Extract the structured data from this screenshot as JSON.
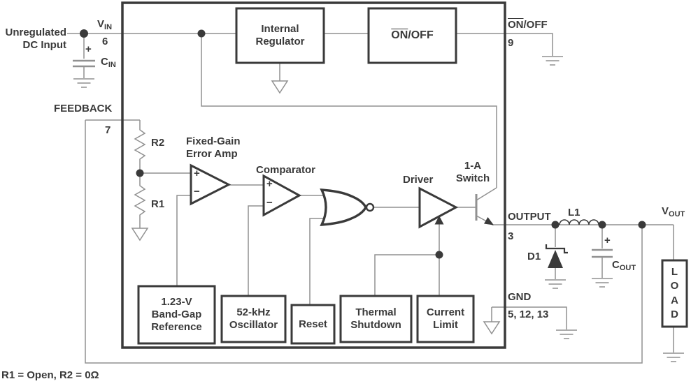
{
  "colors": {
    "ink": "#3a3a3a",
    "wire": "#919191"
  },
  "external": {
    "input_label": "Unregulated\nDC Input",
    "vin": {
      "main": "V",
      "sub": "IN"
    },
    "pin_vin": "6",
    "cin": {
      "plus": "+",
      "main": "C",
      "sub": "IN"
    },
    "feedback_label": "FEEDBACK",
    "pin_feedback": "7",
    "onoff_pin": {
      "on": "ON",
      "rest": "/OFF"
    },
    "pin_onoff": "9",
    "output_label": "OUTPUT",
    "pin_output": "3",
    "gnd_label": "GND",
    "pin_gnd": "5, 12, 13",
    "l1": "L1",
    "d1": "D1",
    "cout": {
      "plus": "+",
      "main": "C",
      "sub": "OUT"
    },
    "vout": {
      "main": "V",
      "sub": "OUT"
    },
    "load": "L\nO\nA\nD",
    "footnote": "R1 = Open, R2 = 0Ω"
  },
  "blocks": {
    "internal_regulator": "Internal\nRegulator",
    "onoff": {
      "on": "ON",
      "rest": "/OFF"
    },
    "bandgap": "1.23-V\nBand-Gap\nReference",
    "oscillator": "52-kHz\nOscillator",
    "reset": "Reset",
    "thermal_shutdown": "Thermal\nShutdown",
    "current_limit": "Current\nLimit"
  },
  "inner": {
    "error_amp_label": "Fixed-Gain\nError Amp",
    "comparator_label": "Comparator",
    "driver_label": "Driver",
    "switch_label": "1-A\nSwitch",
    "r2": "R2",
    "r1": "R1",
    "plus": "+",
    "minus": "−"
  }
}
